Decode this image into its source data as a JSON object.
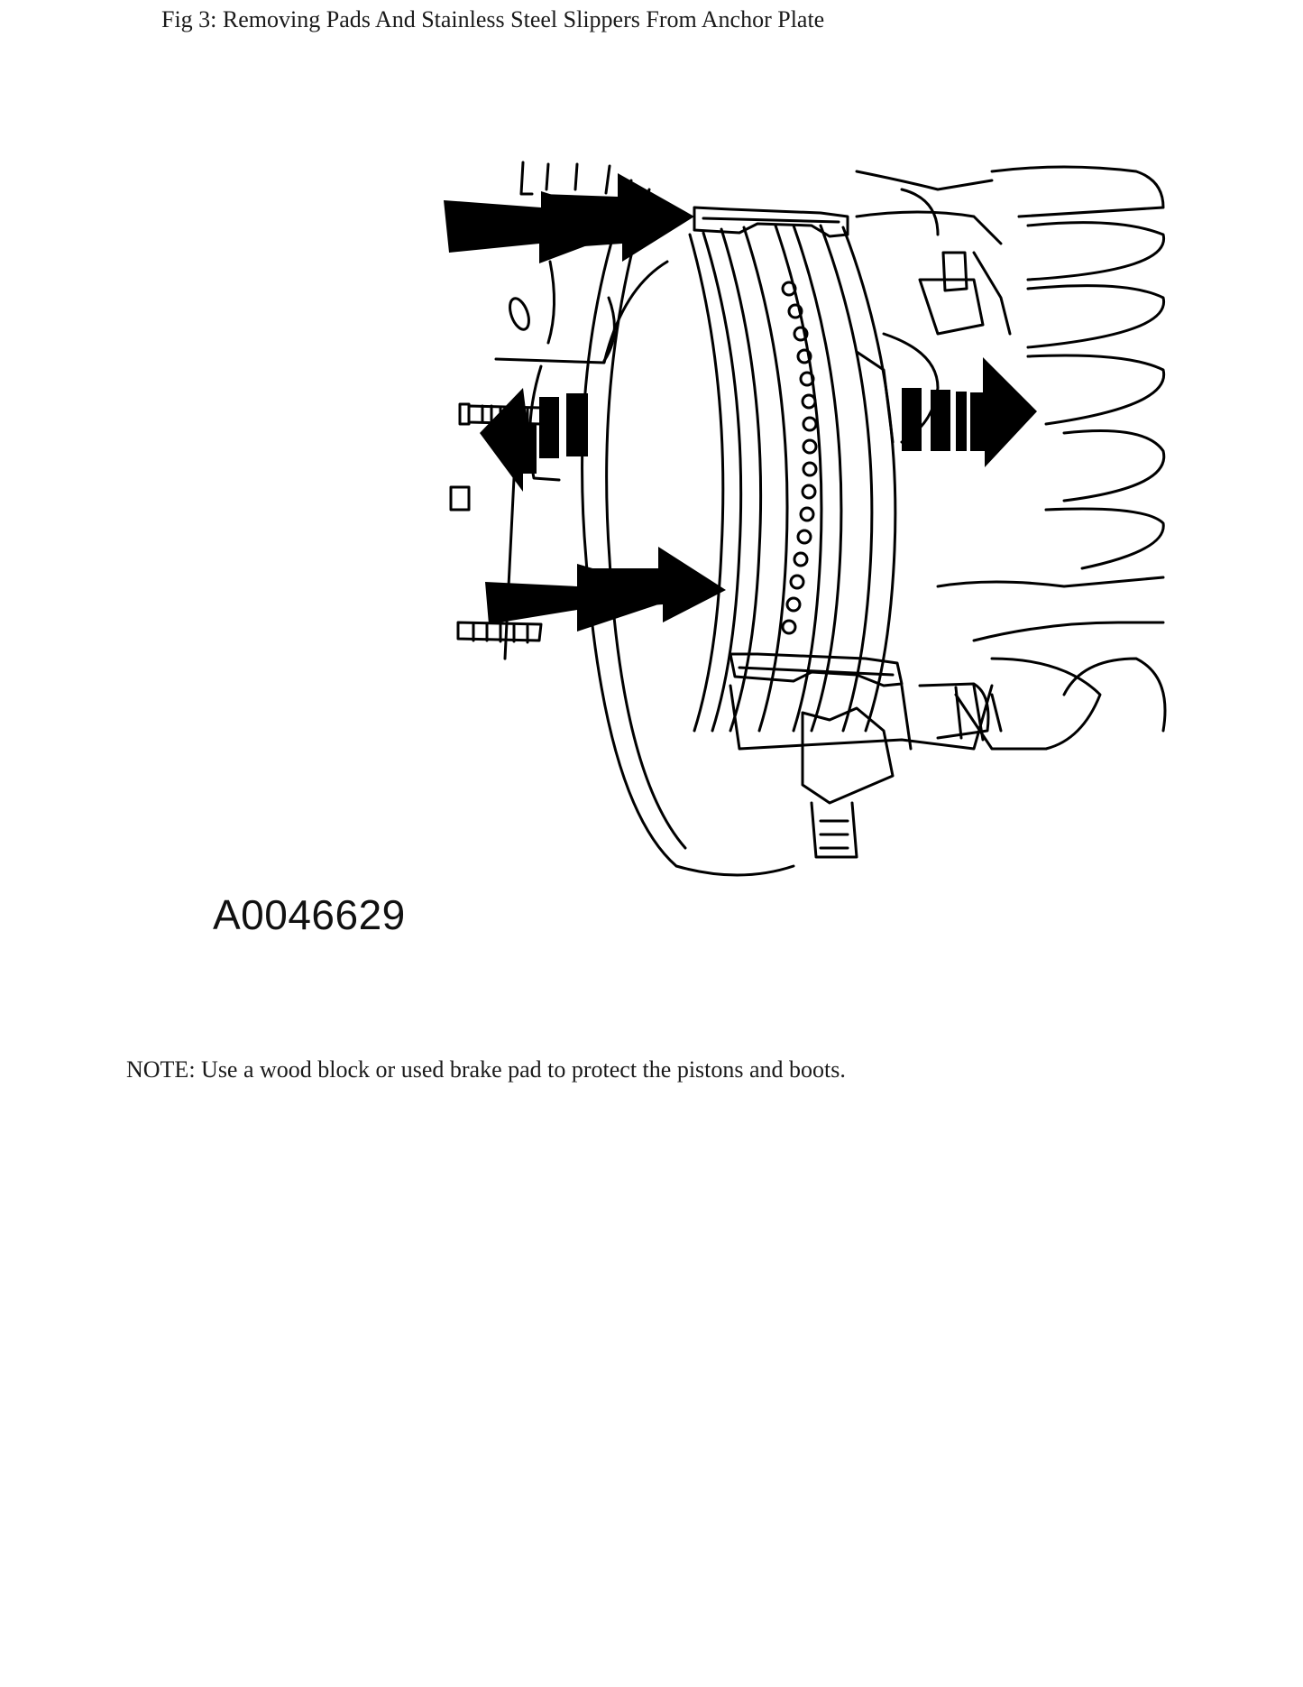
{
  "caption": "Fig 3: Removing Pads And Stainless Steel Slippers From Anchor Plate",
  "figure": {
    "id_label": "A0046629",
    "line_color": "#000000"
  },
  "note": "NOTE: Use a wood block or used brake pad to protect the pistons and boots."
}
